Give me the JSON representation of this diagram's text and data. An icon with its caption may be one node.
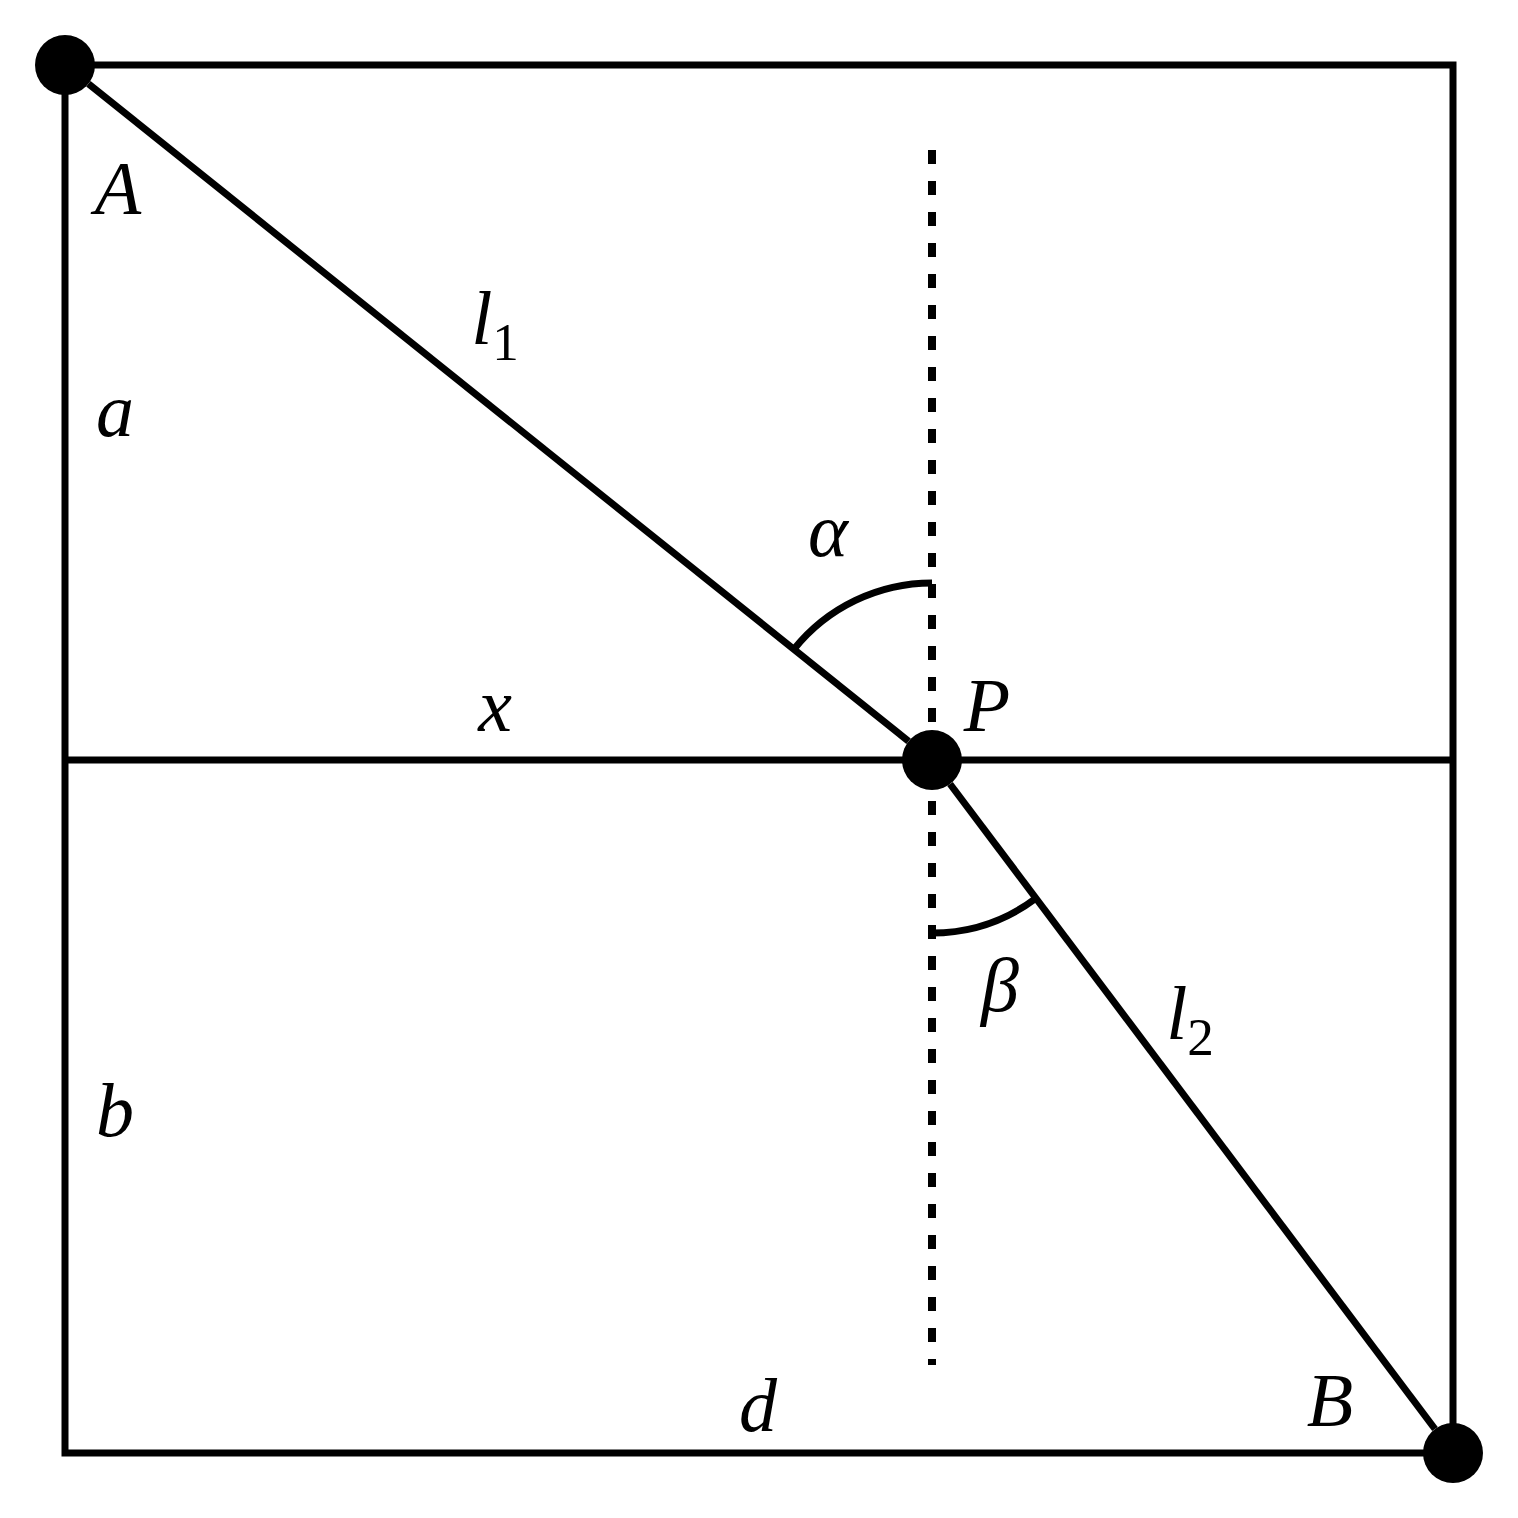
{
  "diagram": {
    "nodes": [
      {
        "text": [],
        "shape": "circle",
        "beside": [
          "A"
        ]
      },
      {
        "text": [],
        "shape": "circle",
        "beside": [
          "P"
        ]
      },
      {
        "text": [],
        "shape": "circle",
        "beside": [
          "B"
        ]
      }
    ],
    "edges": [
      {
        "from": 0,
        "to": 1,
        "arrow": "none",
        "label": "l$_{1}$"
      },
      {
        "from": 1,
        "to": 2,
        "arrow": "none",
        "label": "l$_{2}$"
      }
    ],
    "labels": [
      "a",
      "α",
      "x",
      "β",
      "b",
      "d"
    ]
  }
}
